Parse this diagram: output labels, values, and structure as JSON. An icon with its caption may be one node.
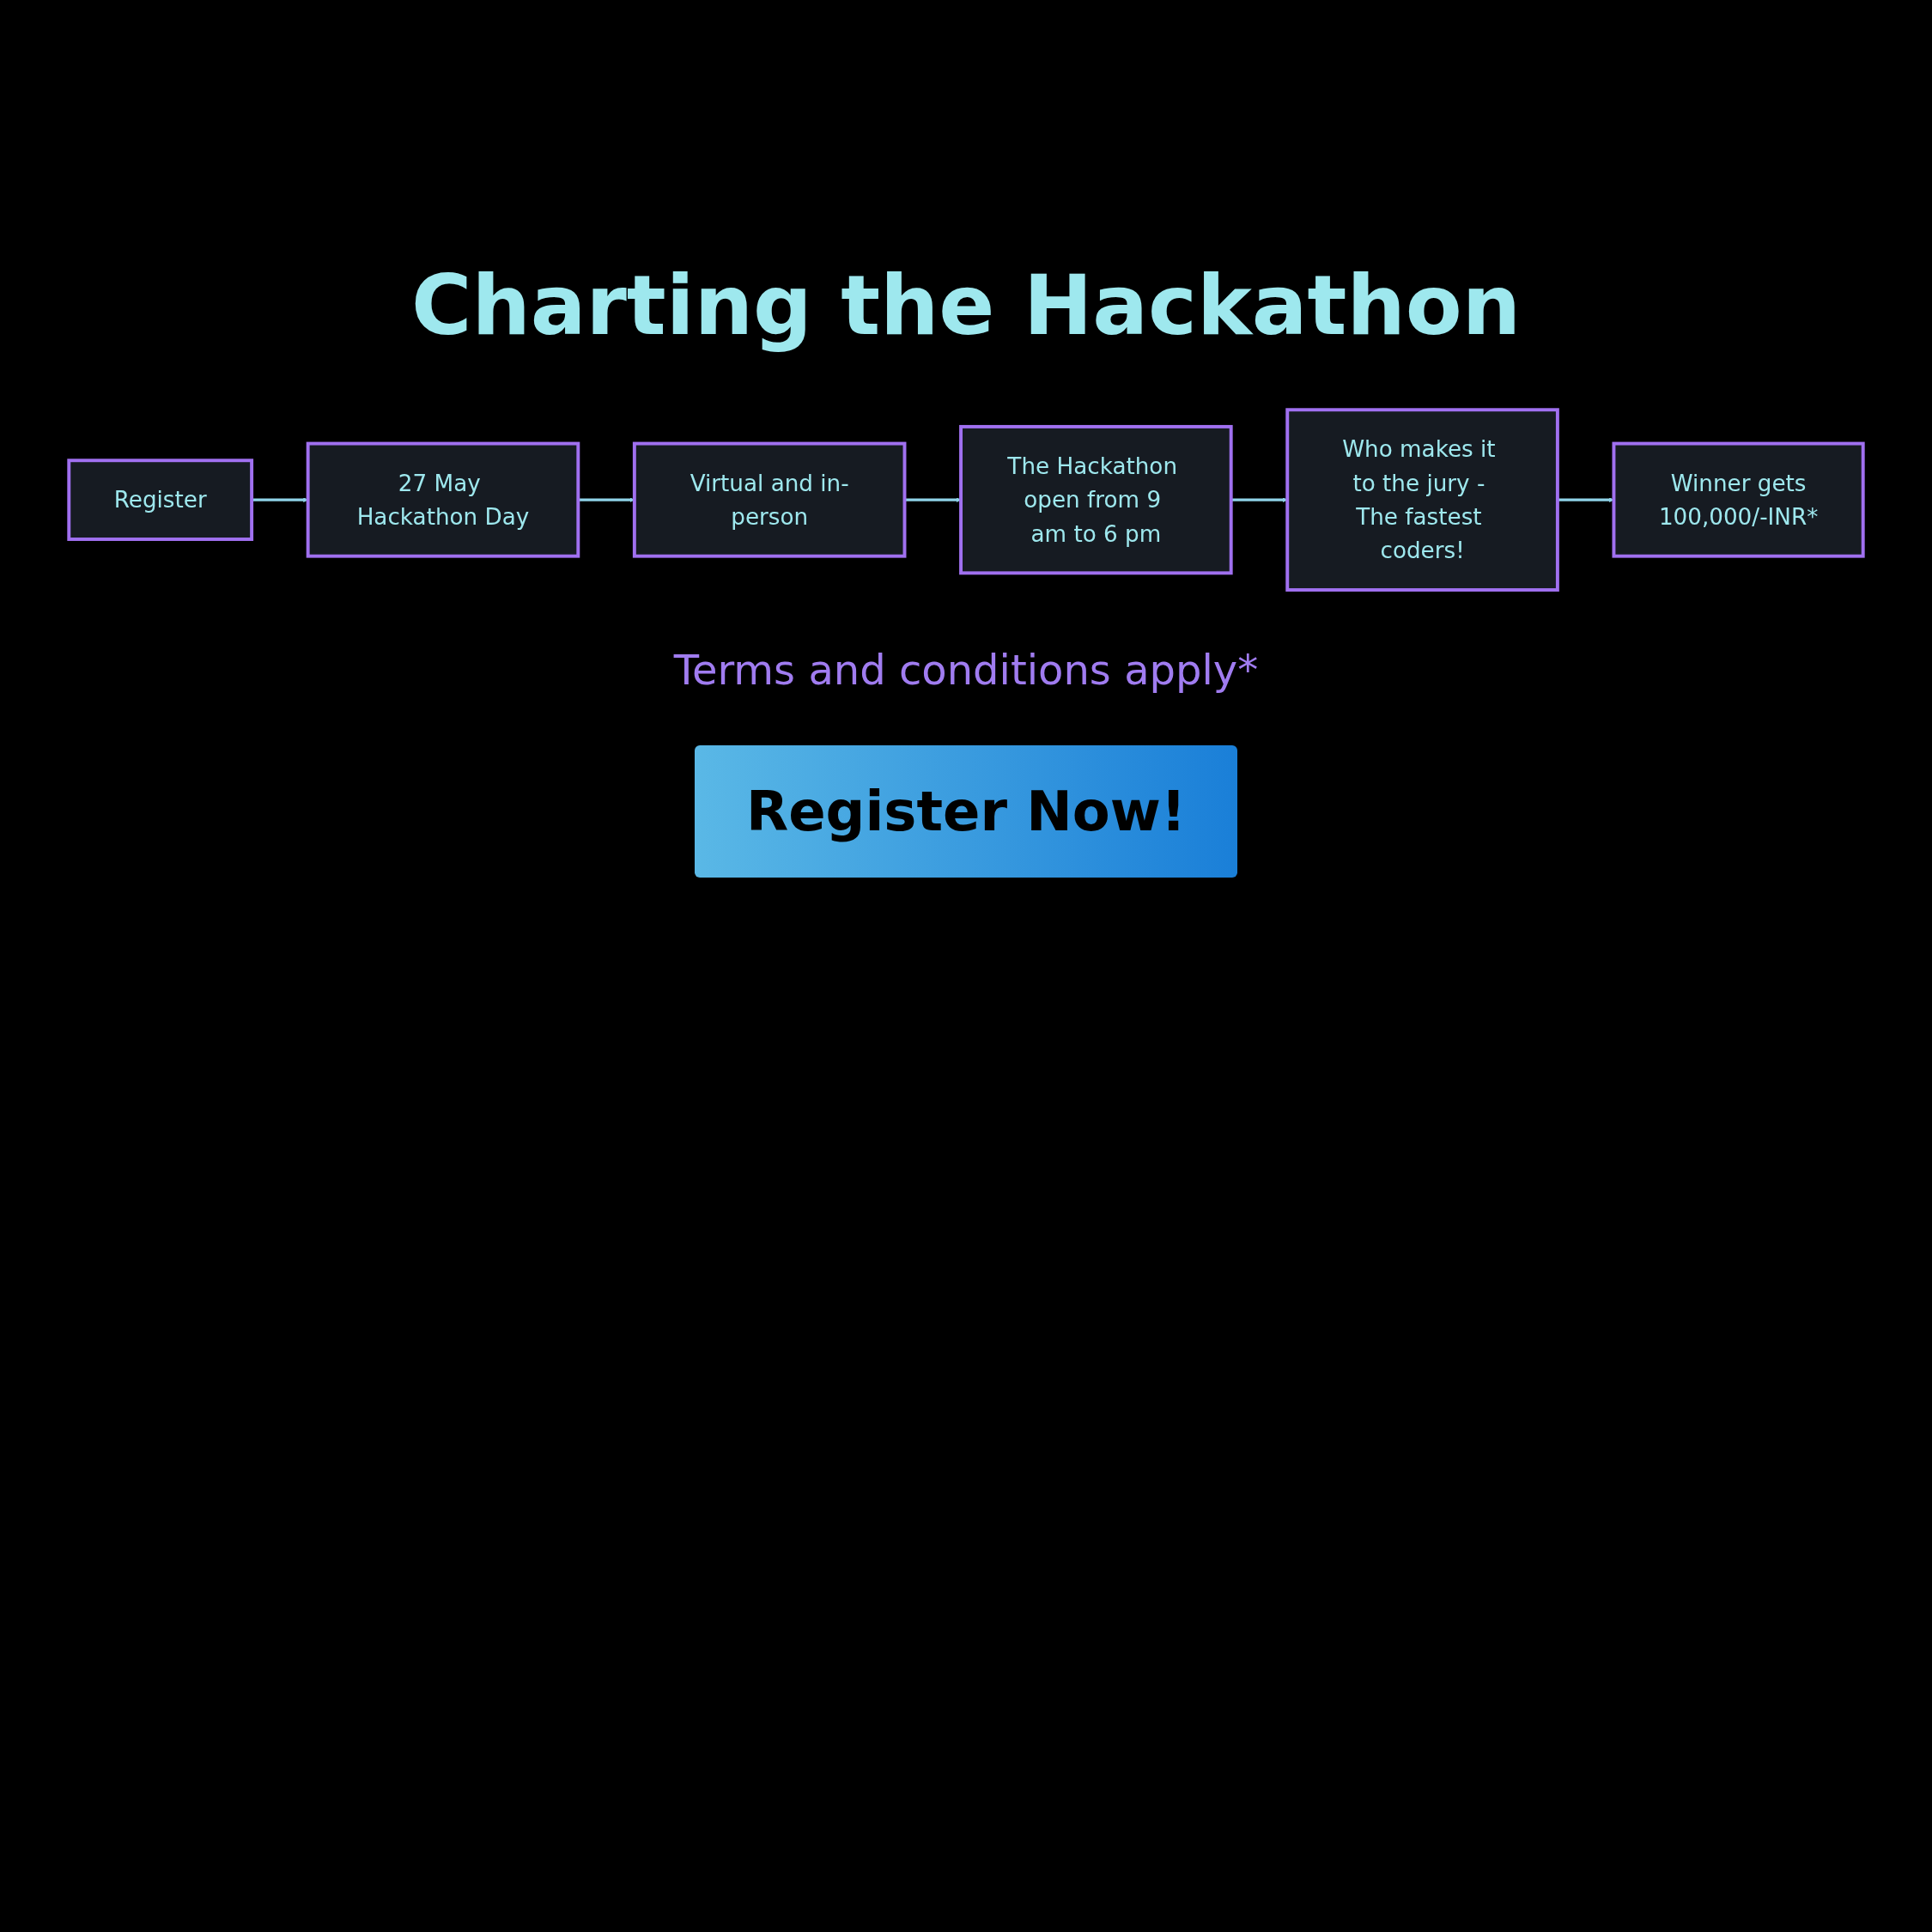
{
  "diagram": {
    "title": "Charting the Hackathon",
    "nodes": [
      {
        "text": [
          "Register"
        ]
      },
      {
        "text": [
          "27 May Hackathon Day"
        ]
      },
      {
        "text": [
          "Virtual and in-person"
        ]
      },
      {
        "text": [
          "The Hackathon open from 9 am to 6 pm"
        ]
      },
      {
        "text": [
          "Who makes it to the jury - The fastest coders!"
        ]
      },
      {
        "text": [
          "Winner gets",
          "100,000/-INR*"
        ]
      }
    ],
    "edges": [
      {
        "from": 0,
        "to": 1,
        "arrow": "to"
      },
      {
        "from": 1,
        "to": 2,
        "arrow": "to"
      },
      {
        "from": 2,
        "to": 3,
        "arrow": "to"
      },
      {
        "from": 3,
        "to": 4,
        "arrow": "to"
      },
      {
        "from": 4,
        "to": 5,
        "arrow": "to"
      }
    ],
    "labels": [
      "Terms and conditions apply*",
      "Register Now!"
    ]
  }
}
